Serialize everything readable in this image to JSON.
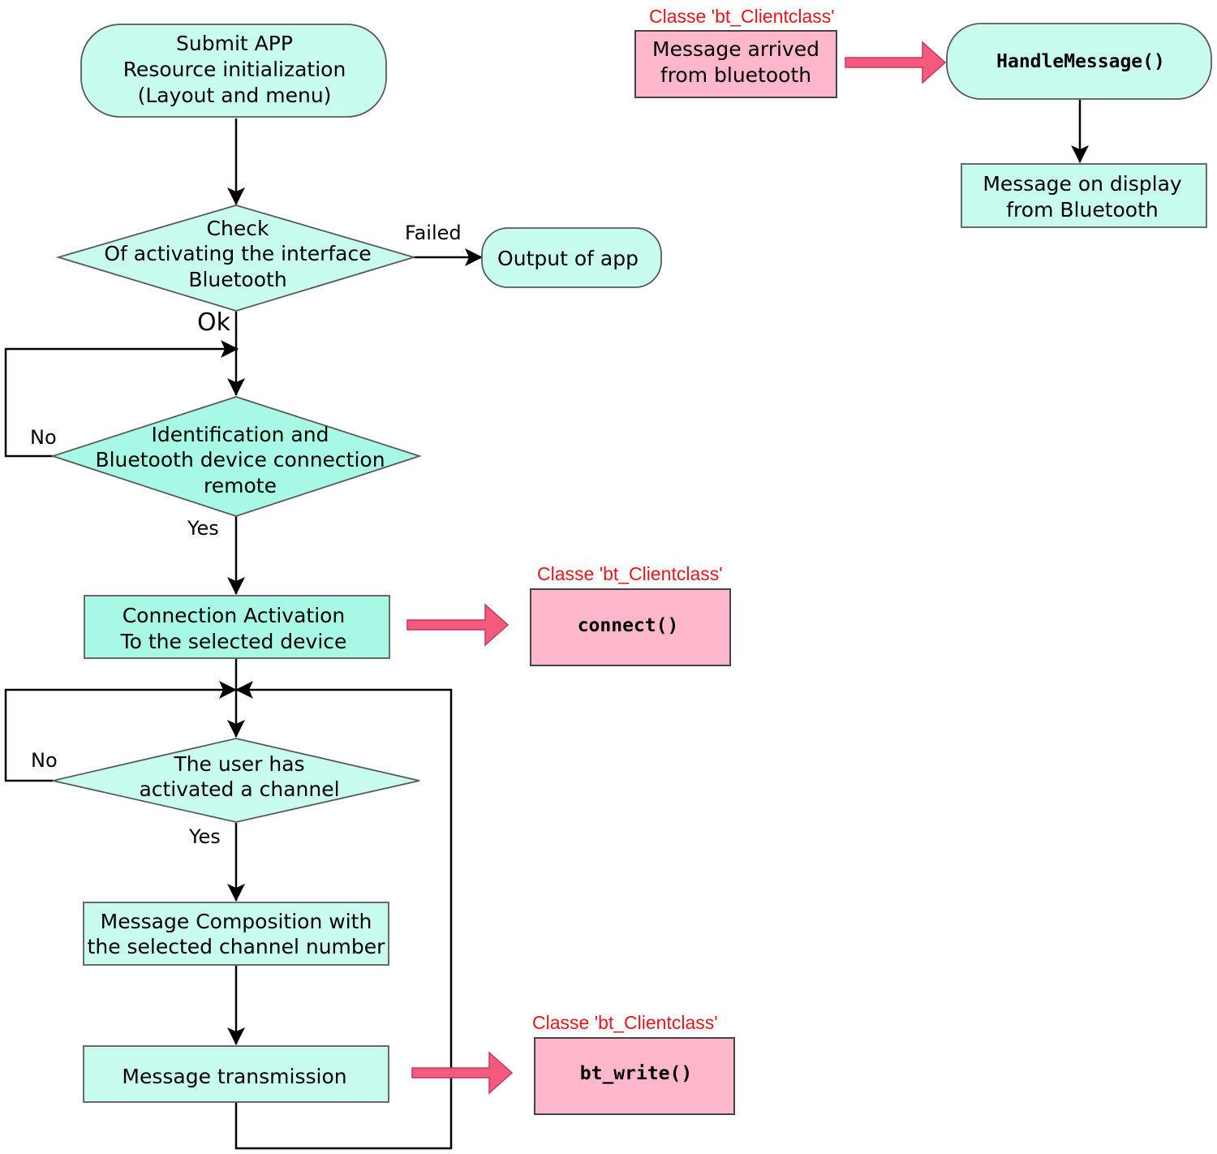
{
  "nodes": {
    "start": [
      "Submit APP",
      "Resource initialization",
      "(Layout and menu)"
    ],
    "check_bt": [
      "Check",
      "Of activating the interface",
      "Bluetooth"
    ],
    "output_app": "Output of app",
    "identify": [
      "Identification and",
      "Bluetooth device connection",
      "remote"
    ],
    "connection": [
      "Connection Activation",
      "To the selected device"
    ],
    "user_channel": [
      "The user has",
      "activated a channel"
    ],
    "compose": [
      "Message Composition with",
      "the selected channel number"
    ],
    "transmit": "Message transmission",
    "connect_fn": "connect()",
    "write_fn": "bt_write()",
    "msg_arrived": [
      "Message arrived",
      "from bluetooth"
    ],
    "handle_fn": "HandleMessage()",
    "msg_display": [
      "Message on display",
      "from Bluetooth"
    ]
  },
  "class_labels": {
    "top": "Classe 'bt_Clientclass'",
    "connect": "Classe 'bt_Clientclass'",
    "write": "Classe 'bt_Clientclass'"
  },
  "edge_labels": {
    "failed": "Failed",
    "ok": "Ok",
    "no_identify": "No",
    "yes_identify": "Yes",
    "no_channel": "No",
    "yes_channel": "Yes"
  },
  "colors": {
    "mint": "#c7fcee",
    "aqua": "#a8f8e6",
    "pink": "#ffb8cb",
    "arrow_pink": "#f45a80",
    "class_label_red": "#e8151c"
  }
}
